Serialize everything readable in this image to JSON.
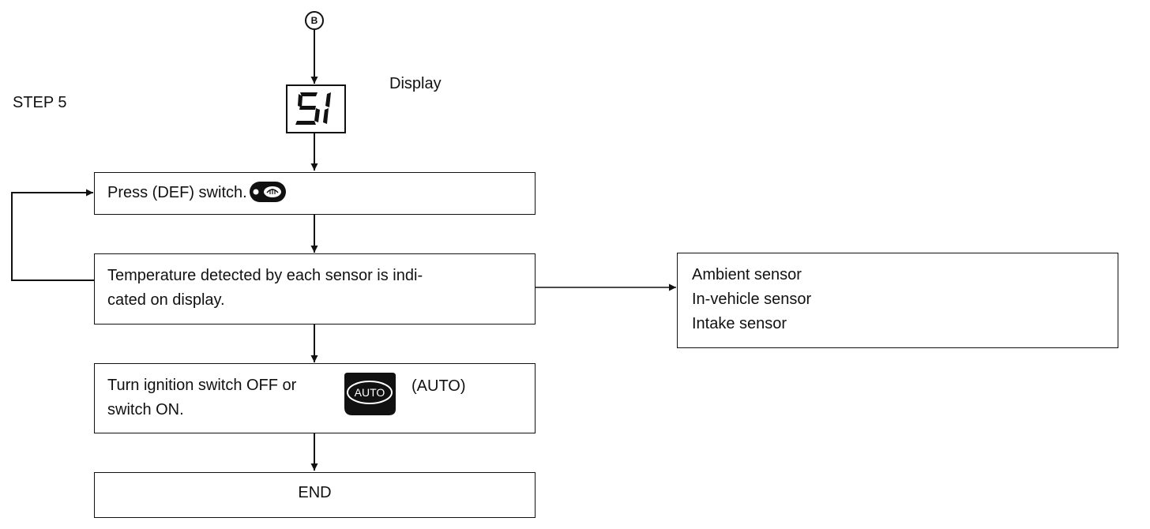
{
  "step": {
    "label": "STEP 5"
  },
  "connector": {
    "label": "B"
  },
  "display": {
    "label": "Display",
    "value": "51"
  },
  "boxes": {
    "press_def": {
      "text": "Press (DEF) switch."
    },
    "temperature": {
      "line1": "Temperature detected by each sensor is indi-",
      "line2": "cated on display."
    },
    "turn_off": {
      "line1_prefix": "Turn ignition switch OFF or",
      "line1_suffix": "(AUTO)",
      "line2": "switch ON."
    },
    "end": {
      "text": "END"
    }
  },
  "sensors": {
    "items": [
      "Ambient sensor",
      "In-vehicle sensor",
      "Intake sensor"
    ]
  },
  "icons": {
    "def_switch": "defroster-switch-icon",
    "auto_switch": "auto-switch-icon",
    "auto_label": "AUTO"
  },
  "colors": {
    "line": "#111111",
    "background": "#ffffff"
  }
}
